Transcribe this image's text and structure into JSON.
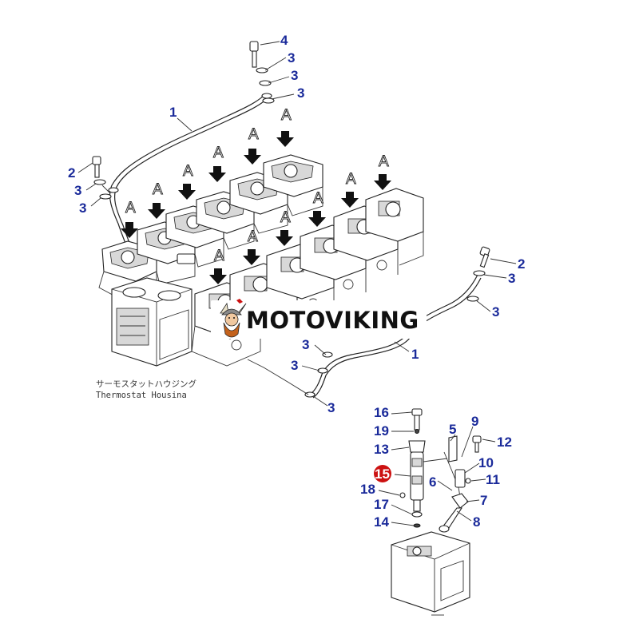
{
  "watermark": {
    "text": "MOTOVIKING",
    "logo_icon": "viking-logo-icon"
  },
  "thermostat_note": {
    "japanese": "サーモスタットハウジング",
    "english": "Thermostat Housina"
  },
  "arrow_label": "A",
  "callouts": {
    "top_tube_1": "1",
    "top_bolt_4": "4",
    "top_washer_3a": "3",
    "top_washer_3b": "3",
    "top_washer_3c": "3",
    "left_bolt_2": "2",
    "left_washer_3a": "3",
    "left_washer_3b": "3",
    "right_bolt_2": "2",
    "right_washer_3a": "3",
    "right_washer_3b": "3",
    "lower_tube_1": "1",
    "lower_washer_3a": "3",
    "lower_washer_3b": "3",
    "lower_washer_3c": "3",
    "injector_16": "16",
    "injector_19": "19",
    "injector_13": "13",
    "injector_15": "15",
    "injector_18": "18",
    "injector_17": "17",
    "injector_14": "14",
    "holder_5": "5",
    "holder_9": "9",
    "holder_12": "12",
    "holder_10": "10",
    "holder_6": "6",
    "holder_11": "11",
    "holder_7": "7",
    "holder_8": "8"
  },
  "highlight_color": "#cc1111",
  "callout_color": "#1a2a9a"
}
